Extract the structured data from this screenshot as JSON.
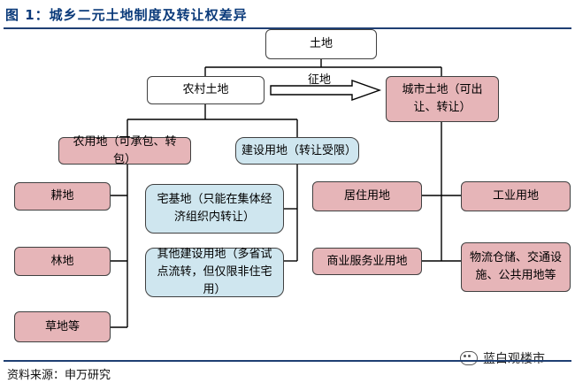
{
  "header": {
    "title": "图 1：城乡二元土地制度及转让权差异"
  },
  "diagram": {
    "root": "土地",
    "rural": "农村土地",
    "urban": "城市土地（可出让、转让）",
    "arrow_label": "征地",
    "agri": "农用地（可承包、转包）",
    "construction": "建设用地（转让受限）",
    "agri_children": [
      "耕地",
      "林地",
      "草地等"
    ],
    "homestead": "宅基地（只能在集体经济组织内转让）",
    "other_construction": "其他建设用地（多省试点流转，但仅限非住宅用）",
    "urban_left": [
      "居住用地",
      "商业服务业用地"
    ],
    "urban_right": [
      "工业用地",
      "物流仓储、交通设施、公共用地等"
    ]
  },
  "footer": {
    "source": "资料来源：申万研究",
    "watermark": "蓝白观楼市"
  }
}
